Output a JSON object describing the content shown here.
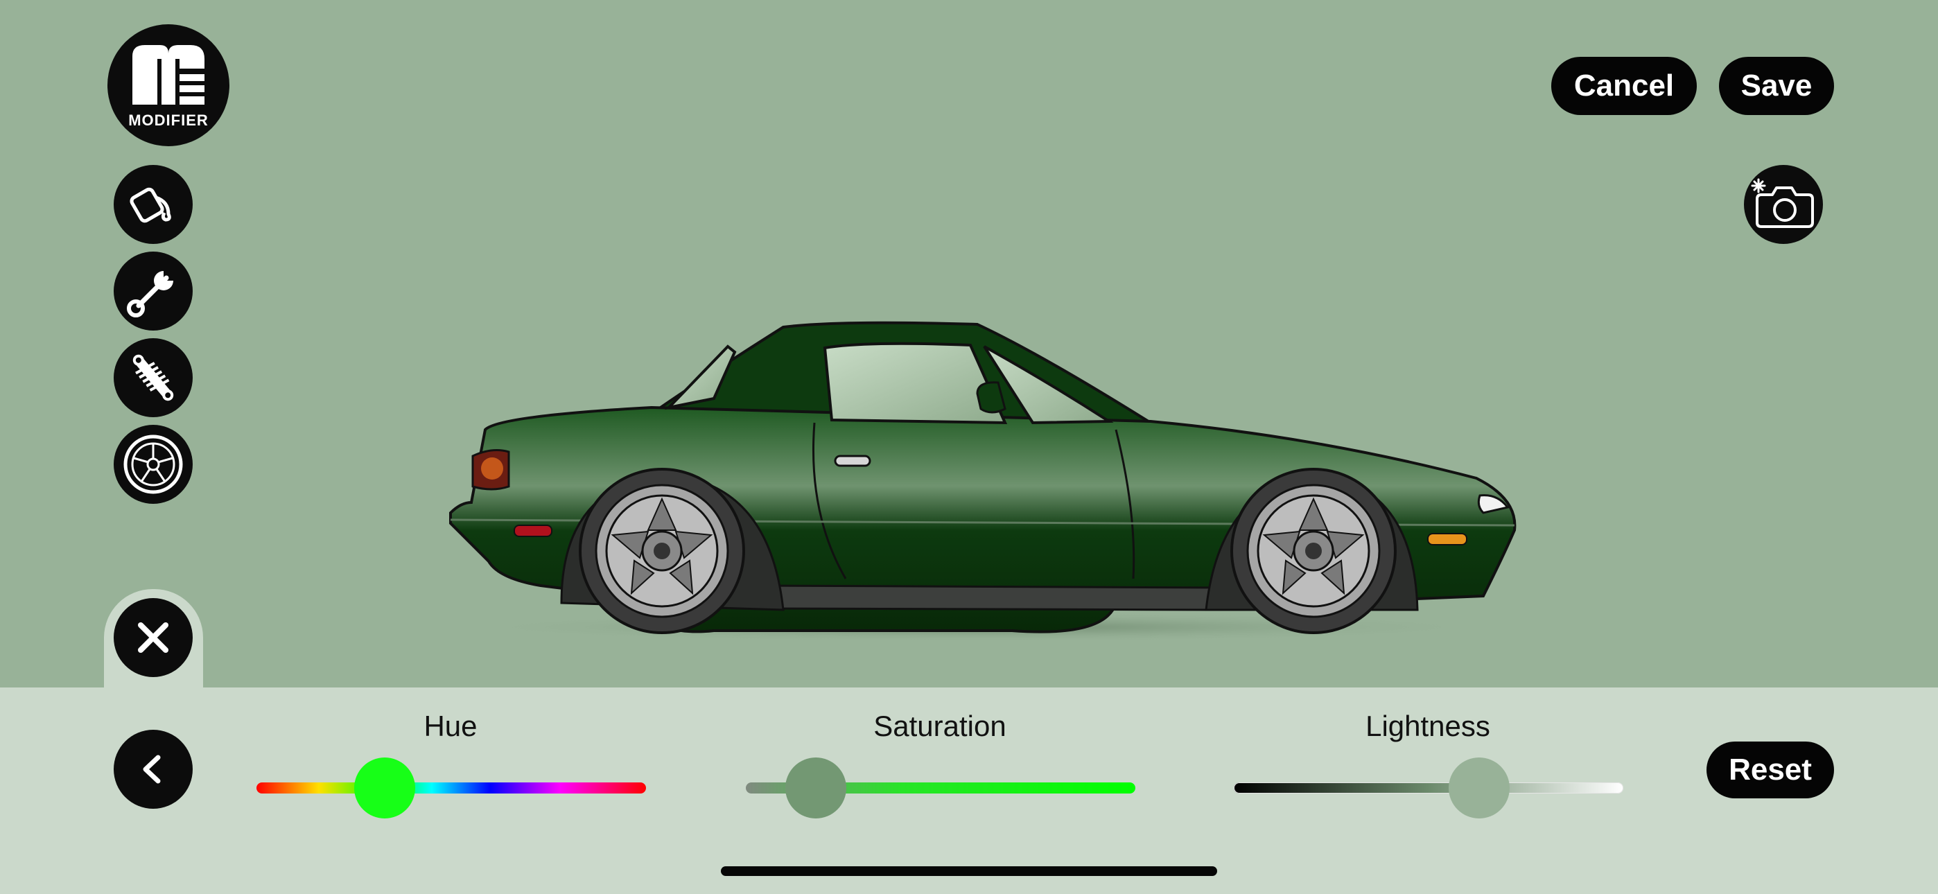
{
  "app": {
    "logo_letter": "M",
    "logo_word": "MODIFIER"
  },
  "toolbar": {
    "tools": [
      {
        "name": "paint-bucket-icon",
        "label": "Paint"
      },
      {
        "name": "wrench-icon",
        "label": "Parts"
      },
      {
        "name": "suspension-spring-icon",
        "label": "Suspension"
      },
      {
        "name": "wheel-icon",
        "label": "Wheels"
      }
    ],
    "close_icon": "close-icon"
  },
  "header": {
    "cancel_label": "Cancel",
    "save_label": "Save",
    "camera_icon": "camera-flash-icon"
  },
  "colors": {
    "background": "#98b298",
    "panel": "#cbd9cb",
    "car_body": "#0d3a0f",
    "button": "#050505"
  },
  "adjust_panel": {
    "back_icon": "chevron-left-icon",
    "reset_label": "Reset",
    "sliders": [
      {
        "id": "hue",
        "label": "Hue",
        "value_fraction": 0.33,
        "knob_color": "#17ff17"
      },
      {
        "id": "saturation",
        "label": "Saturation",
        "value_fraction": 0.18,
        "knob_color": "#739873"
      },
      {
        "id": "lightness",
        "label": "Lightness",
        "value_fraction": 0.63,
        "knob_color": "#98b298"
      }
    ]
  }
}
